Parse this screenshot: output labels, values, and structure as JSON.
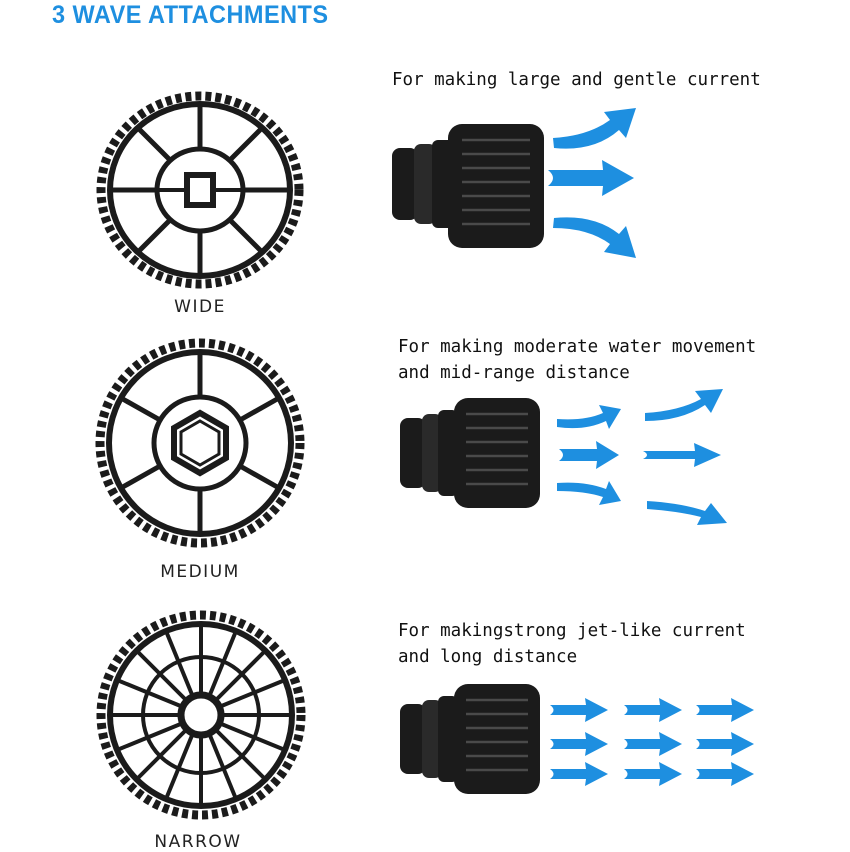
{
  "title": "3 WAVE ATTACHMENTS",
  "colors": {
    "title": "#1e8fe0",
    "arrow": "#1e8fe0",
    "arrow_dark": "#0c63c4",
    "device": "#1b1b1b",
    "text": "#111111"
  },
  "sections": [
    {
      "label": "WIDE",
      "description": [
        "For making large and gentle current"
      ],
      "flow": "wide"
    },
    {
      "label": "MEDIUM",
      "description": [
        "For making moderate water movement",
        "and mid-range distance"
      ],
      "flow": "medium"
    },
    {
      "label": "NARROW",
      "description": [
        "For makingstrong jet-like current",
        "and long distance"
      ],
      "flow": "narrow"
    }
  ]
}
